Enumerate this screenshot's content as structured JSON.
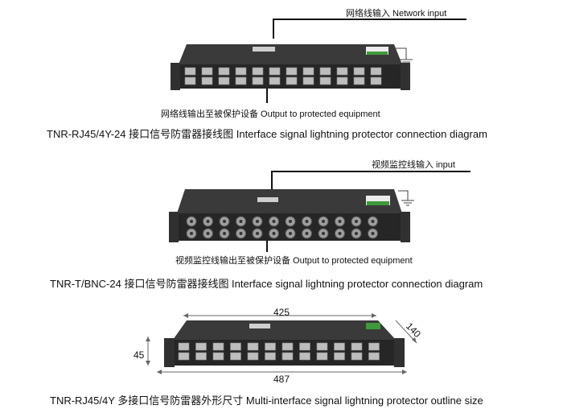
{
  "section1": {
    "input_label": "网络线输入 Network input",
    "output_label": "网络线输出至被保护设备 Output to protected equipment",
    "caption": "TNR-RJ45/4Y-24 接口信号防雷器接线图 Interface signal lightning protector connection diagram",
    "port_count": 12
  },
  "section2": {
    "input_label": "视频监控线输入 input",
    "output_label": "视频监控线输出至被保护设备  Output to protected equipment",
    "caption": "TNR-T/BNC-24 接口信号防雷器接线图 Interface signal lightning protector connection diagram",
    "port_count": 12
  },
  "section3": {
    "dim_width": "425",
    "dim_depth": "140",
    "dim_height": "45",
    "dim_total_width": "487",
    "caption": "TNR-RJ45/4Y 多接口信号防雷器外形尺寸 Multi-interface signal lightning protector outline size",
    "port_count": 12
  },
  "colors": {
    "device_body": "#2b2b2b",
    "device_top": "#3a3a3a",
    "label_green": "#3f9a3a",
    "port_gray": "#bdbdbd"
  }
}
